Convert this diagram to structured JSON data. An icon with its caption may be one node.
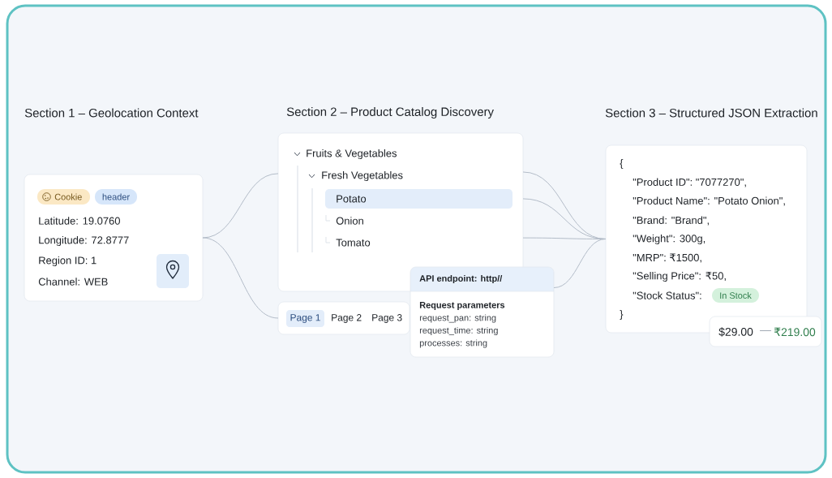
{
  "diagram": {
    "nodes": [
      {
        "text": [
          "Latitude: 19.0760",
          "Longitude: 72.8777",
          "Region ID: 1",
          "Channel: WEB"
        ]
      },
      {
        "text": [
          "Cookie"
        ],
        "in": 0
      },
      {
        "text": [
          "header"
        ],
        "in": 0
      },
      {
        "text": [
          "Fruits & Vegetables",
          "Fresh Vegetables",
          "Onion",
          "Tomato"
        ]
      },
      {
        "text": [
          "Potato"
        ],
        "in": 3
      },
      {
        "text": [
          "Page 2",
          "Page 3"
        ]
      },
      {
        "text": [
          "Page 1"
        ],
        "in": 5
      },
      {
        "text": [
          "API endpoint: http//",
          "Request parameters",
          "request_pan: string",
          "request_time: string",
          "processes: string"
        ]
      },
      {
        "text": [
          "{",
          "\"Product ID\": \"7077270\",",
          "\"Product Name\": \"Potato Onion\",",
          "\"Brand: \"Brand\",",
          "\"Weight\": 300g,",
          "\"MRP\": ₹1500,",
          "\"Selling Price\": ₹50,",
          "\"Stock Status\":",
          "}"
        ]
      },
      {
        "text": [
          "In Stock"
        ],
        "in": 8
      },
      {
        "text": [
          "$29.00",
          "—",
          "₹219.00"
        ]
      }
    ],
    "edges": [
      {
        "from": 0,
        "to": 3,
        "arrow": "none"
      },
      {
        "from": 0,
        "to": 5,
        "arrow": "none"
      },
      {
        "from": 3,
        "to": 8,
        "arrow": "none"
      },
      {
        "from": 3,
        "to": 8,
        "arrow": "none"
      },
      {
        "from": 3,
        "to": 8,
        "arrow": "none"
      },
      {
        "from": 7,
        "to": 8,
        "arrow": "none"
      }
    ],
    "labels": [
      "Section 1 – Geolocation Context",
      "Section 2 – Product Catalog Discovery",
      "Section 3 – Structured JSON Extraction"
    ]
  }
}
